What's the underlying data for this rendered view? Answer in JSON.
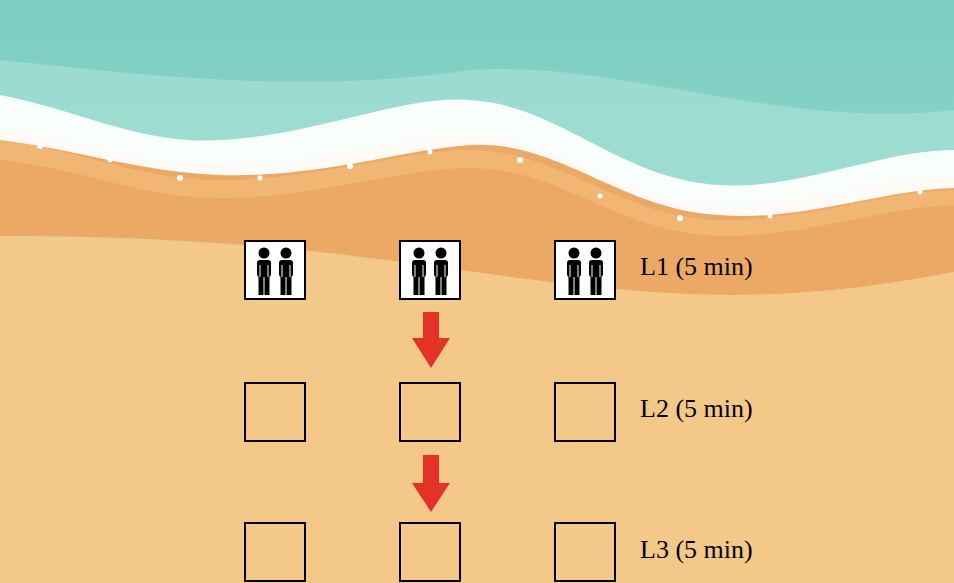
{
  "diagram": {
    "labels": [
      "L1 (5 min)",
      "L2 (5 min)",
      "L3 (5 min)"
    ]
  }
}
